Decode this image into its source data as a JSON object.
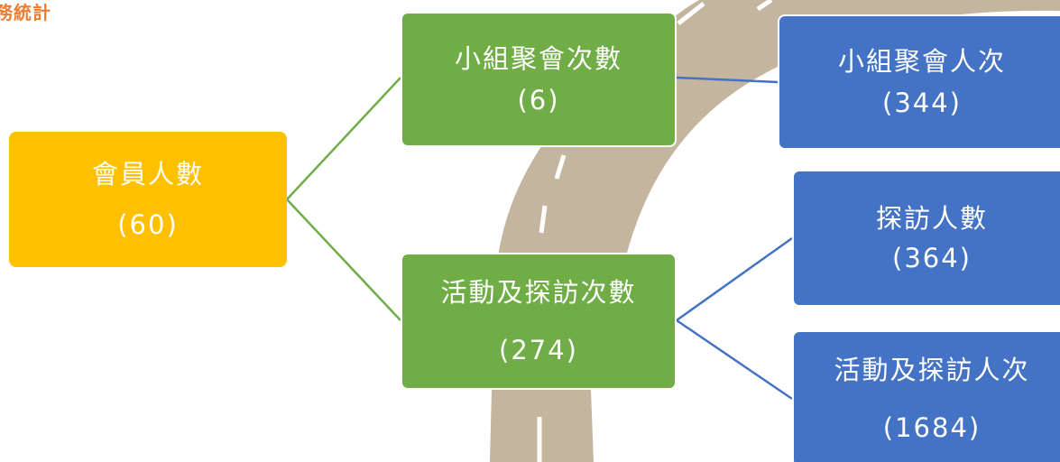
{
  "header": {
    "title": "務統計"
  },
  "root": {
    "label": "會員人數",
    "count": "60"
  },
  "branches": [
    {
      "label": "小組聚會次數",
      "count": "6",
      "children": [
        {
          "label": "小組聚會人次",
          "count": "344"
        }
      ]
    },
    {
      "label": "活動及探訪次數",
      "count": "274",
      "children": [
        {
          "label": "探訪人數",
          "count": "364"
        },
        {
          "label": "活動及探訪人次",
          "count": "1684"
        }
      ]
    }
  ],
  "colors": {
    "root": "#FFC000",
    "branch": "#70AD47",
    "leaf": "#4472C4",
    "road": "#C4B59E",
    "title": "#ED7D31"
  }
}
